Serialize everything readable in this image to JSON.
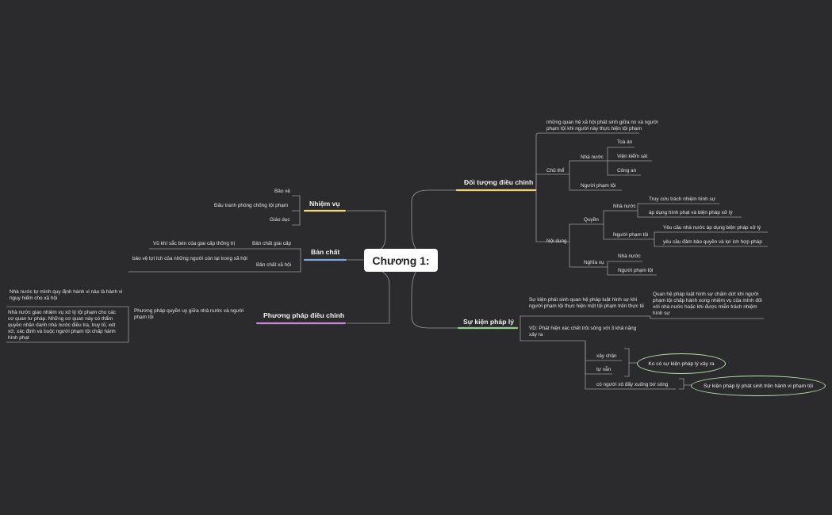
{
  "colors": {
    "background": "#2b2b2d",
    "line": "#9a9a9a",
    "doi_tuong": "#f3d37a",
    "su_kien": "#8fd08a",
    "nhiem_vu": "#f3d37a",
    "ban_chat": "#7aa6e6",
    "phuong_phap": "#c886e0"
  },
  "root": "Chương 1:",
  "doi_tuong": {
    "title": "Đối tượng điều chỉnh",
    "desc": "những quan hệ xã hội phát sinh giữa nn và người phạm tội khi người này thực hiện tội phạm",
    "chu_the": {
      "label": "Chủ thể",
      "nha_nuoc": "Nhà nước",
      "toa_an": "Toà án",
      "vien_kiem_sat": "Viện kiểm sát",
      "cong_an": "Công an",
      "nguoi_pham_toi": "Người phạm tội"
    },
    "noi_dung": {
      "label": "Nội dung",
      "quyen": "Quyền",
      "nha_nuoc": "Nhà nước",
      "truy_cuu": "Truy cứu trách nhiệm hình sự",
      "ap_dung": "áp dụng hình phạt và biện pháp xử lý",
      "nguoi_pham_toi": "Người phạm tội",
      "yeu_cau_ap_dung": "Yêu cầu nhà nước áp dụng biện pháp xử lý",
      "yeu_cau_dam_bao": "yêu cầu đảm bảo quyền và lợi ích hợp pháp",
      "nghia_vu": "Nghĩa vụ",
      "nv_nha_nuoc": "Nhà nước",
      "nv_nguoi_pham_toi": "Người phạm tội"
    }
  },
  "su_kien": {
    "title": "Sự kiện pháp lý",
    "def": "Sự kiện phát sinh quan hệ pháp luật hình sự khi người phạm tội thực hiện một tội phạm trên thực tế",
    "def_end": "Quan hệ pháp luật hình sự chấm dứt khi người phạm tội chấp hành xong nhiệm vụ của mình đối với nhà nước hoặc khi được miễn trách nhiệm hình sự",
    "vd": "VD: Phát hiện xác chết trôi sông với 3 khả năng xảy ra",
    "xay_chan": "xây chân",
    "tu_van": "tự vẫn",
    "co_nguoi": "có người xô đẩy xuống bờ sông",
    "ko_co": "Ko có sự kiện pháp lý xảy ra",
    "phat_sinh": "Sự kiện pháp lý phát sinh trên hành vi phạm tội"
  },
  "nhiem_vu": {
    "title": "Nhiệm vụ",
    "bao_ve": "Bảo vệ",
    "dau_tranh": "Đấu tranh phòng chống tội phạm",
    "giao_duc": "Giáo dục"
  },
  "ban_chat": {
    "title": "Bản chất",
    "giai_cap": "Bản chất giai cấp",
    "giai_cap_desc": "Vũ khí sắc bén của giai cấp thống trị",
    "xa_hoi": "Bản chất xã hội",
    "xa_hoi_desc": "bảo vệ lợi ích của những người còn lại trong xã hội"
  },
  "phuong_phap": {
    "title": "Phương pháp điều chỉnh",
    "desc": "Phương pháp quyền uy giữa nhà nước và người phạm tội",
    "note1": "Nhà nước tự mình quy định hành vi nào là hành vi nguy hiểm cho xã hội",
    "note2": "Nhà nước giao nhiệm vụ xử lý tội phạm cho các cơ quan tư pháp. Những cơ quan này có thẩm quyền nhân danh nhà nước điều tra, truy tố, xét xử, xác định và buộc người phạm tội chấp hành hình phạt"
  }
}
